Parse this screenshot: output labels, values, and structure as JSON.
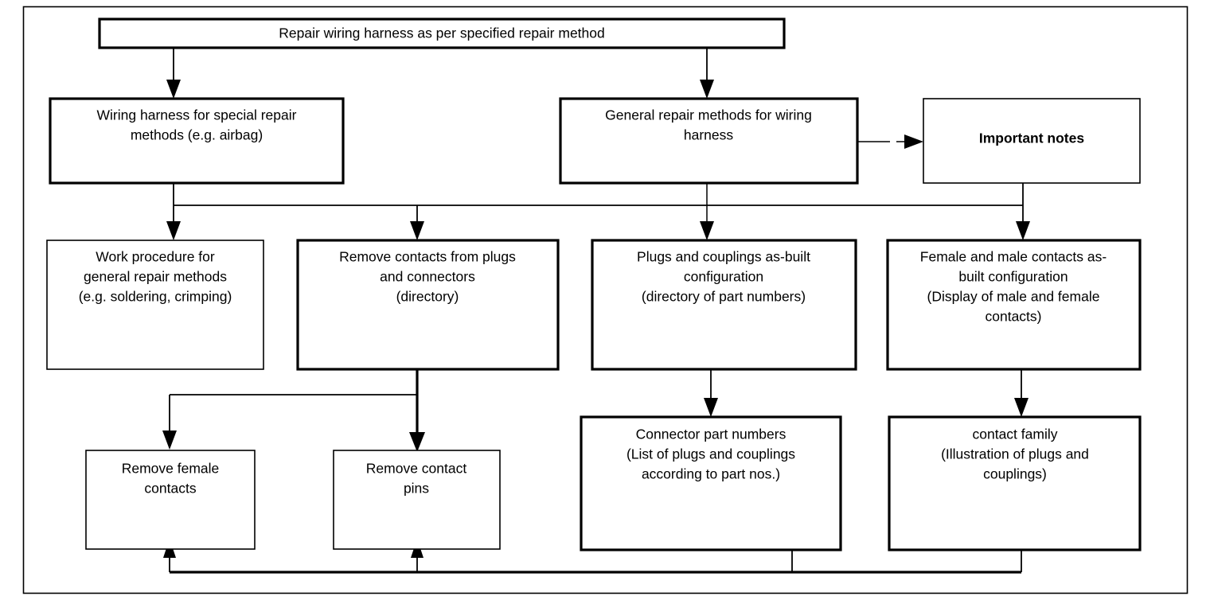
{
  "diagram": {
    "title": "Repair wiring harness flowchart",
    "type": "flowchart",
    "background_color": "#ffffff",
    "line_color": "#000000",
    "frame": {
      "name": "outer-border"
    },
    "nodes": [
      {
        "id": "root",
        "name": "node-repair-wiring-harness",
        "lines": [
          "Repair wiring harness as per specified repair method"
        ],
        "bold": false,
        "border": "thick"
      },
      {
        "id": "special",
        "name": "node-wiring-harness-special-repair",
        "lines": [
          "Wiring harness for special repair",
          "methods (e.g. airbag)"
        ],
        "bold": false,
        "border": "thick"
      },
      {
        "id": "general",
        "name": "node-general-repair-methods",
        "lines": [
          "General repair methods for wiring",
          "harness"
        ],
        "bold": false,
        "border": "thick"
      },
      {
        "id": "notes",
        "name": "node-important-notes",
        "lines": [
          "Important notes"
        ],
        "bold": true,
        "border": "thin"
      },
      {
        "id": "work",
        "name": "node-work-procedure",
        "lines": [
          "Work procedure for",
          "general repair methods",
          "(e.g. soldering, crimping)"
        ],
        "bold": false,
        "border": "thin"
      },
      {
        "id": "removecontacts",
        "name": "node-remove-contacts-from-plugs",
        "lines": [
          "Remove contacts from plugs",
          "and connectors",
          "(directory)"
        ],
        "bold": false,
        "border": "thick"
      },
      {
        "id": "plugs",
        "name": "node-plugs-couplings-as-built",
        "lines": [
          "Plugs and couplings as-built",
          "configuration",
          "(directory of part numbers)"
        ],
        "bold": false,
        "border": "thick"
      },
      {
        "id": "femalemale",
        "name": "node-female-male-contacts-as-built",
        "lines": [
          "Female and male contacts as-",
          "built configuration",
          "(Display of male and female",
          "contacts)"
        ],
        "bold": false,
        "border": "thick"
      },
      {
        "id": "removefemale",
        "name": "node-remove-female-contacts",
        "lines": [
          "Remove female",
          "contacts"
        ],
        "bold": false,
        "border": "thin"
      },
      {
        "id": "removepins",
        "name": "node-remove-contact-pins",
        "lines": [
          "Remove contact",
          "pins"
        ],
        "bold": false,
        "border": "thin"
      },
      {
        "id": "connectorpn",
        "name": "node-connector-part-numbers",
        "lines": [
          "Connector part numbers",
          "(List of plugs and couplings",
          "according to part nos.)"
        ],
        "bold": false,
        "border": "thick"
      },
      {
        "id": "contactfamily",
        "name": "node-contact-family",
        "lines": [
          "contact family",
          "(Illustration of plugs and",
          "couplings)"
        ],
        "bold": false,
        "border": "thick"
      }
    ],
    "edges": [
      {
        "name": "edge-root-to-special",
        "from": "root",
        "to": "special"
      },
      {
        "name": "edge-root-to-general",
        "from": "root",
        "to": "general"
      },
      {
        "name": "edge-general-to-notes",
        "from": "general",
        "to": "notes"
      },
      {
        "name": "edge-special-to-work",
        "from": "special",
        "to": "work"
      },
      {
        "name": "edge-bus-to-remove-contacts",
        "from": "special",
        "to": "removecontacts"
      },
      {
        "name": "edge-general-to-plugs",
        "from": "general",
        "to": "plugs"
      },
      {
        "name": "edge-notes-to-female-male",
        "from": "notes",
        "to": "femalemale"
      },
      {
        "name": "edge-remove-contacts-to-remove-female",
        "from": "removecontacts",
        "to": "removefemale"
      },
      {
        "name": "edge-remove-contacts-to-remove-pins",
        "from": "removecontacts",
        "to": "removepins"
      },
      {
        "name": "edge-plugs-to-connector-part-numbers",
        "from": "plugs",
        "to": "connectorpn"
      },
      {
        "name": "edge-female-male-to-contact-family",
        "from": "femalemale",
        "to": "contactfamily"
      },
      {
        "name": "edge-connector-part-numbers-return",
        "from": "connectorpn",
        "to": "removefemale"
      },
      {
        "name": "edge-contact-family-return",
        "from": "contactfamily",
        "to": "removepins"
      }
    ]
  }
}
